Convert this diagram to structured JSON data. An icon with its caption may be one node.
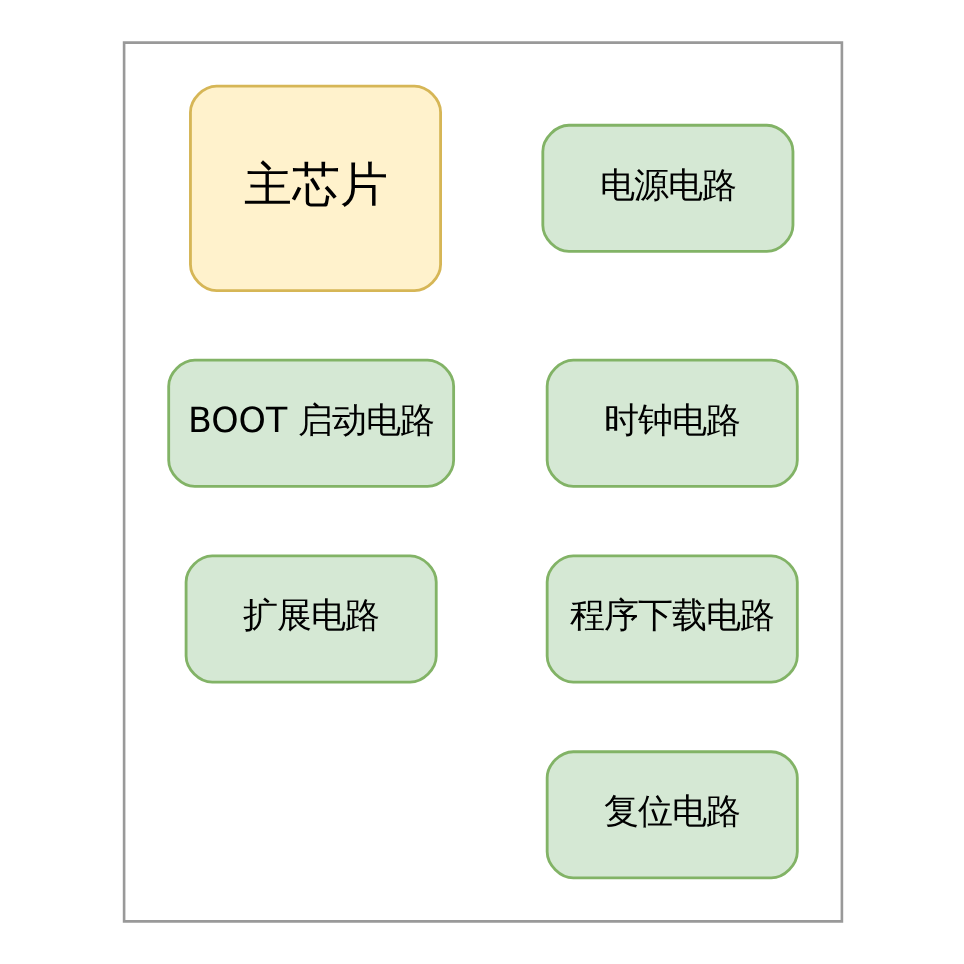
{
  "diagram": {
    "nodes": [
      {
        "text": [],
        "shape": "box"
      },
      {
        "text": [
          "主芯片"
        ],
        "in": 0
      },
      {
        "text": [
          "电源电路"
        ],
        "in": 0
      },
      {
        "text": [
          "时钟电路"
        ],
        "in": 0
      },
      {
        "text": [
          "BOOT 启动电路"
        ],
        "in": 0
      },
      {
        "text": [
          "程序下载电路"
        ],
        "in": 0
      },
      {
        "text": [
          "扩展电路"
        ],
        "in": 0
      },
      {
        "text": [
          "复位电路"
        ],
        "in": 0
      }
    ]
  }
}
